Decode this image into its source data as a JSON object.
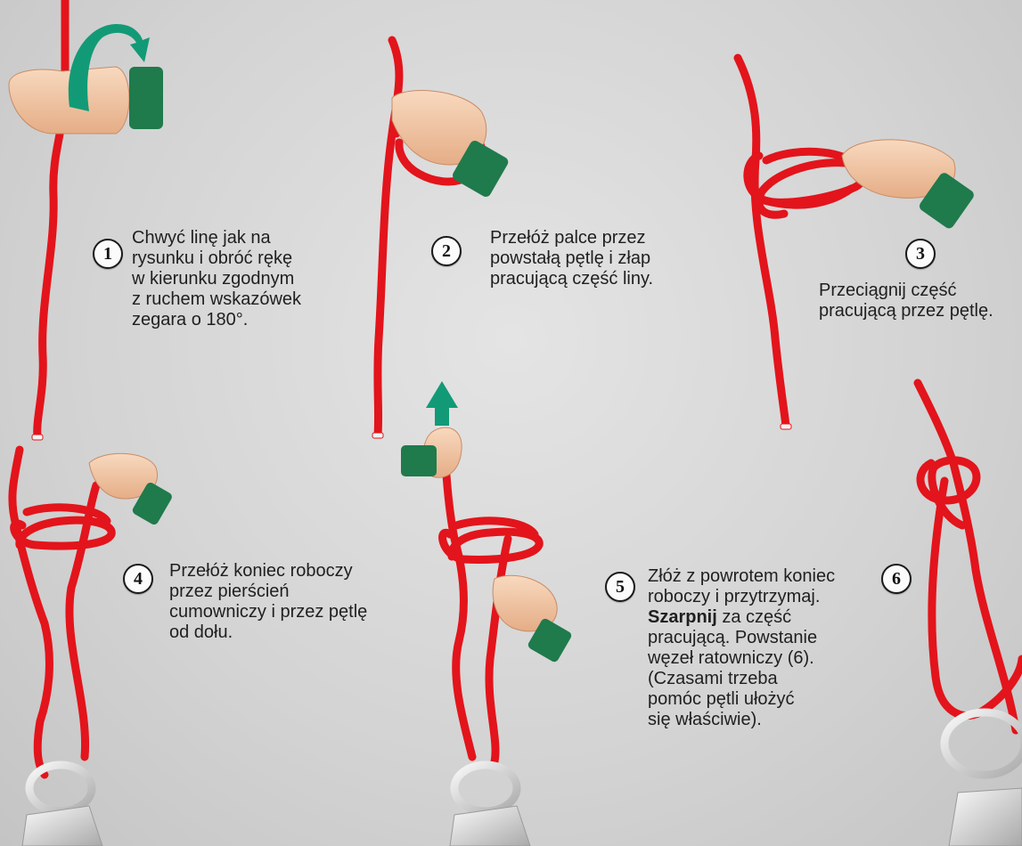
{
  "colors": {
    "rope": "#e3141b",
    "arrow": "#129a77",
    "sleeve": "#1f7a4c",
    "hand": "#f2c4a1",
    "background": "#d6d6d6"
  },
  "steps": [
    {
      "number": "1",
      "lines": [
        "Chwyć linę jak na",
        "rysunku i obróć rękę",
        "w kierunku zgodnym",
        "z ruchem wskazówek",
        "zegara o 180°."
      ]
    },
    {
      "number": "2",
      "lines": [
        "Przełóż palce przez",
        "powstałą pętlę i złap",
        "pracującą część liny."
      ]
    },
    {
      "number": "3",
      "lines": [
        "Przeciągnij część",
        "pracującą przez pętlę."
      ]
    },
    {
      "number": "4",
      "lines": [
        "Przełóż koniec roboczy",
        "przez pierścień",
        "cumowniczy i przez pętlę",
        "od dołu."
      ]
    },
    {
      "number": "5",
      "bold": "Szarpnij",
      "lines": [
        "Złóż z powrotem koniec",
        "roboczy i przytrzymaj.",
        " za część",
        "pracującą. Powstanie",
        "węzeł ratowniczy (6).",
        "(Czasami trzeba",
        "pomóc pętli ułożyć",
        "się właściwie)."
      ]
    },
    {
      "number": "6"
    }
  ]
}
